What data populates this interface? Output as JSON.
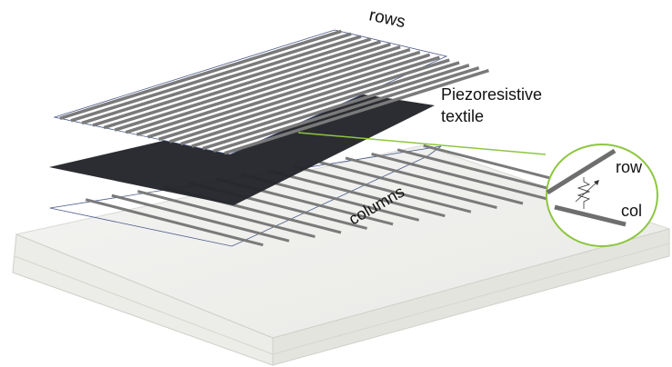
{
  "labels": {
    "rows": "rows",
    "textile_line1": "Piezoresistive",
    "textile_line2": "textile",
    "columns": "columns",
    "inset_row": "row",
    "inset_col": "col"
  },
  "counts": {
    "row_electrodes": 16,
    "column_electrodes": 14
  },
  "colors": {
    "electrode": "#7a7a7a",
    "textile": "#25262b",
    "callout": "#8dc63f",
    "outline": "#4a5a8a"
  }
}
